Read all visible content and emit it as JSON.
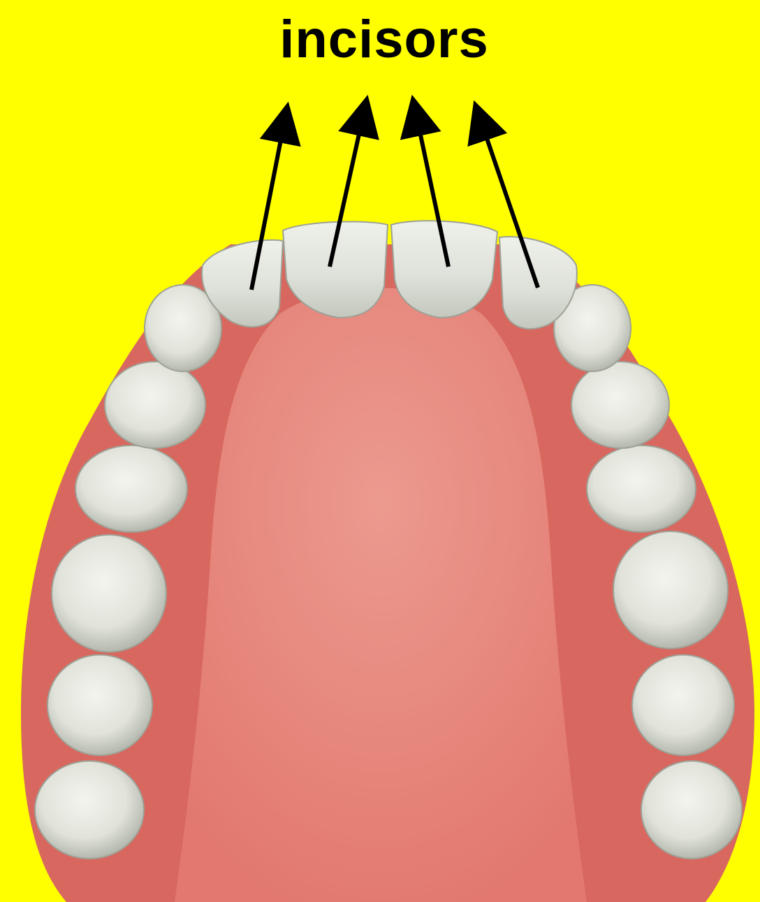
{
  "diagram": {
    "title": "incisors",
    "arrow_count": 4
  },
  "colors": {
    "background": "#ffff00",
    "gum": "#e07a72",
    "gum_dark": "#c9605a",
    "palate": "#e88a80",
    "tooth": "#e6e6de",
    "tooth_shade": "#b9bcb2",
    "arrow": "#000000"
  },
  "teeth": [
    {
      "name": "left-third-molar",
      "type": "molar"
    },
    {
      "name": "left-second-molar",
      "type": "molar"
    },
    {
      "name": "left-first-molar",
      "type": "molar"
    },
    {
      "name": "left-second-premolar",
      "type": "premolar"
    },
    {
      "name": "left-first-premolar",
      "type": "premolar"
    },
    {
      "name": "left-canine",
      "type": "canine"
    },
    {
      "name": "left-lateral-incisor",
      "type": "incisor"
    },
    {
      "name": "left-central-incisor",
      "type": "incisor"
    },
    {
      "name": "right-central-incisor",
      "type": "incisor"
    },
    {
      "name": "right-lateral-incisor",
      "type": "incisor"
    },
    {
      "name": "right-canine",
      "type": "canine"
    },
    {
      "name": "right-first-premolar",
      "type": "premolar"
    },
    {
      "name": "right-second-premolar",
      "type": "premolar"
    },
    {
      "name": "right-first-molar",
      "type": "molar"
    },
    {
      "name": "right-second-molar",
      "type": "molar"
    },
    {
      "name": "right-third-molar",
      "type": "molar"
    }
  ]
}
